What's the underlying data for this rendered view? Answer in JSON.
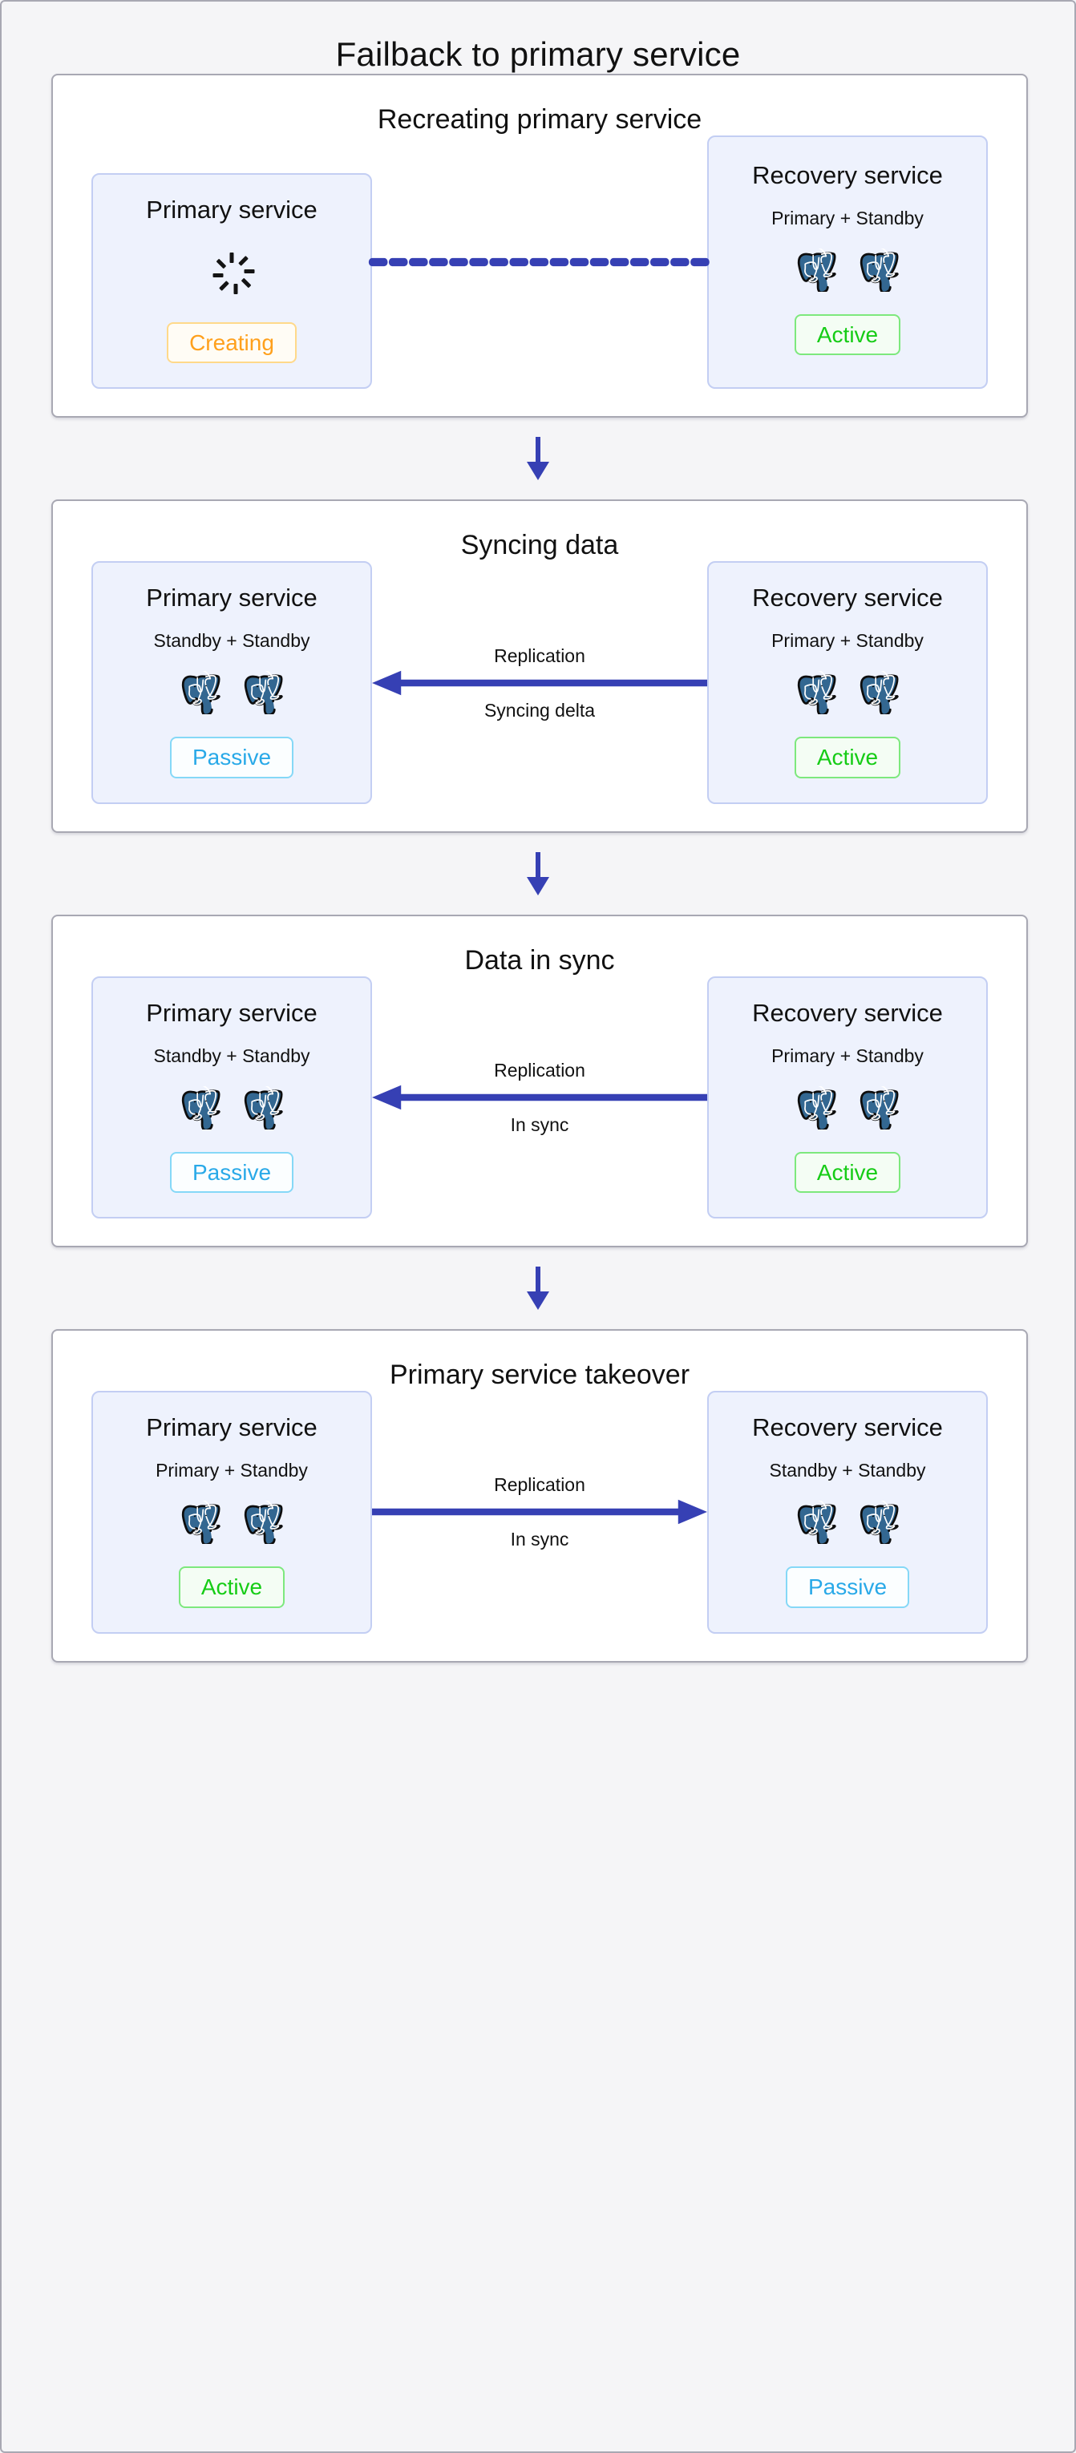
{
  "page": {
    "title": "Failback to primary service",
    "background": "#f5f5f7",
    "accent_blue": "#3640b4",
    "card_border": "#a8a8b3",
    "service_fill": "#eef2fd",
    "service_border": "#c3cef3"
  },
  "labels": {
    "primary_service": "Primary service",
    "recovery_service": "Recovery service",
    "replication": "Replication",
    "primary_standby": "Primary + Standby",
    "standby_standby": "Standby + Standby"
  },
  "status": {
    "active": "Active",
    "passive": "Passive",
    "creating": "Creating"
  },
  "status_colors": {
    "active": "#16cc16",
    "passive": "#29a9e8",
    "creating": "#ffa01c"
  },
  "icons": {
    "database_node": "postgresql-elephant-icon",
    "loading": "spinner-icon",
    "step": "arrow-down-icon"
  },
  "stages": [
    {
      "id": "recreating",
      "title": "Recreating primary service",
      "left": {
        "name": "Primary service",
        "roles": null,
        "nodes": 0,
        "spinner": true,
        "status": "Creating",
        "status_kind": "creating"
      },
      "right": {
        "name": "Recovery service",
        "roles": "Primary + Standby",
        "nodes": 2,
        "spinner": false,
        "status": "Active",
        "status_kind": "active"
      },
      "connector": {
        "style": "dashed",
        "direction": "none",
        "label_top": null,
        "label_bottom": null
      }
    },
    {
      "id": "syncing",
      "title": "Syncing data",
      "left": {
        "name": "Primary service",
        "roles": "Standby + Standby",
        "nodes": 2,
        "spinner": false,
        "status": "Passive",
        "status_kind": "passive"
      },
      "right": {
        "name": "Recovery service",
        "roles": "Primary + Standby",
        "nodes": 2,
        "spinner": false,
        "status": "Active",
        "status_kind": "active"
      },
      "connector": {
        "style": "solid",
        "direction": "left",
        "label_top": "Replication",
        "label_bottom": "Syncing delta"
      }
    },
    {
      "id": "data-in-sync",
      "title": "Data in sync",
      "left": {
        "name": "Primary service",
        "roles": "Standby + Standby",
        "nodes": 2,
        "spinner": false,
        "status": "Passive",
        "status_kind": "passive"
      },
      "right": {
        "name": "Recovery service",
        "roles": "Primary + Standby",
        "nodes": 2,
        "spinner": false,
        "status": "Active",
        "status_kind": "active"
      },
      "connector": {
        "style": "solid",
        "direction": "left",
        "label_top": "Replication",
        "label_bottom": "In sync"
      }
    },
    {
      "id": "takeover",
      "title": "Primary service takeover",
      "left": {
        "name": "Primary service",
        "roles": "Primary + Standby",
        "nodes": 2,
        "spinner": false,
        "status": "Active",
        "status_kind": "active"
      },
      "right": {
        "name": "Recovery service",
        "roles": "Standby + Standby",
        "nodes": 2,
        "spinner": false,
        "status": "Passive",
        "status_kind": "passive"
      },
      "connector": {
        "style": "solid",
        "direction": "right",
        "label_top": "Replication",
        "label_bottom": "In sync"
      }
    }
  ]
}
